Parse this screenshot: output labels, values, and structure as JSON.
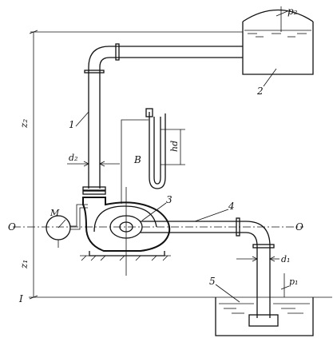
{
  "labels": {
    "p2": "p₂",
    "label_2": "2",
    "label_1": "1",
    "z2": "z₂",
    "d2": "d₂",
    "B": "B",
    "hd": "hd",
    "label_3": "3",
    "label_4": "4",
    "M": "M",
    "O_left": "O",
    "O_right": "O",
    "z1": "z₁",
    "d1": "d₁",
    "p1": "p₁",
    "label_5": "5",
    "level_mark": "I"
  }
}
